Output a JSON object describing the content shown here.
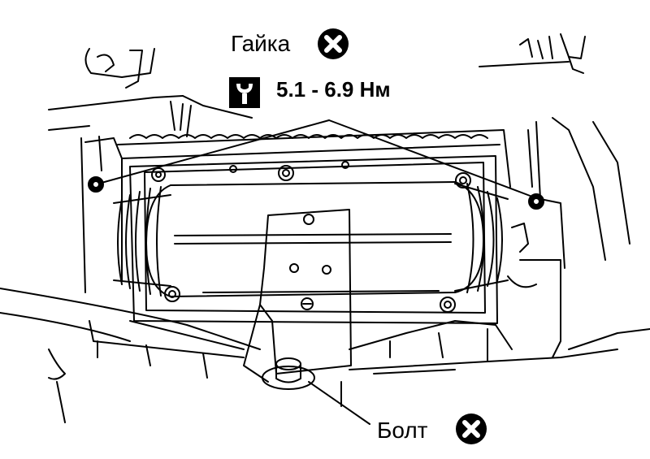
{
  "callouts": {
    "nut_label": "Гайка",
    "torque_value": "5.1 - 6.9 Нм",
    "bolt_label": "Болт"
  },
  "icons": {
    "nut_replace": "circle-x-icon",
    "bolt_replace": "circle-x-icon",
    "torque": "torque-wrench-icon"
  },
  "colors": {
    "line": "#000000",
    "background": "#ffffff"
  }
}
